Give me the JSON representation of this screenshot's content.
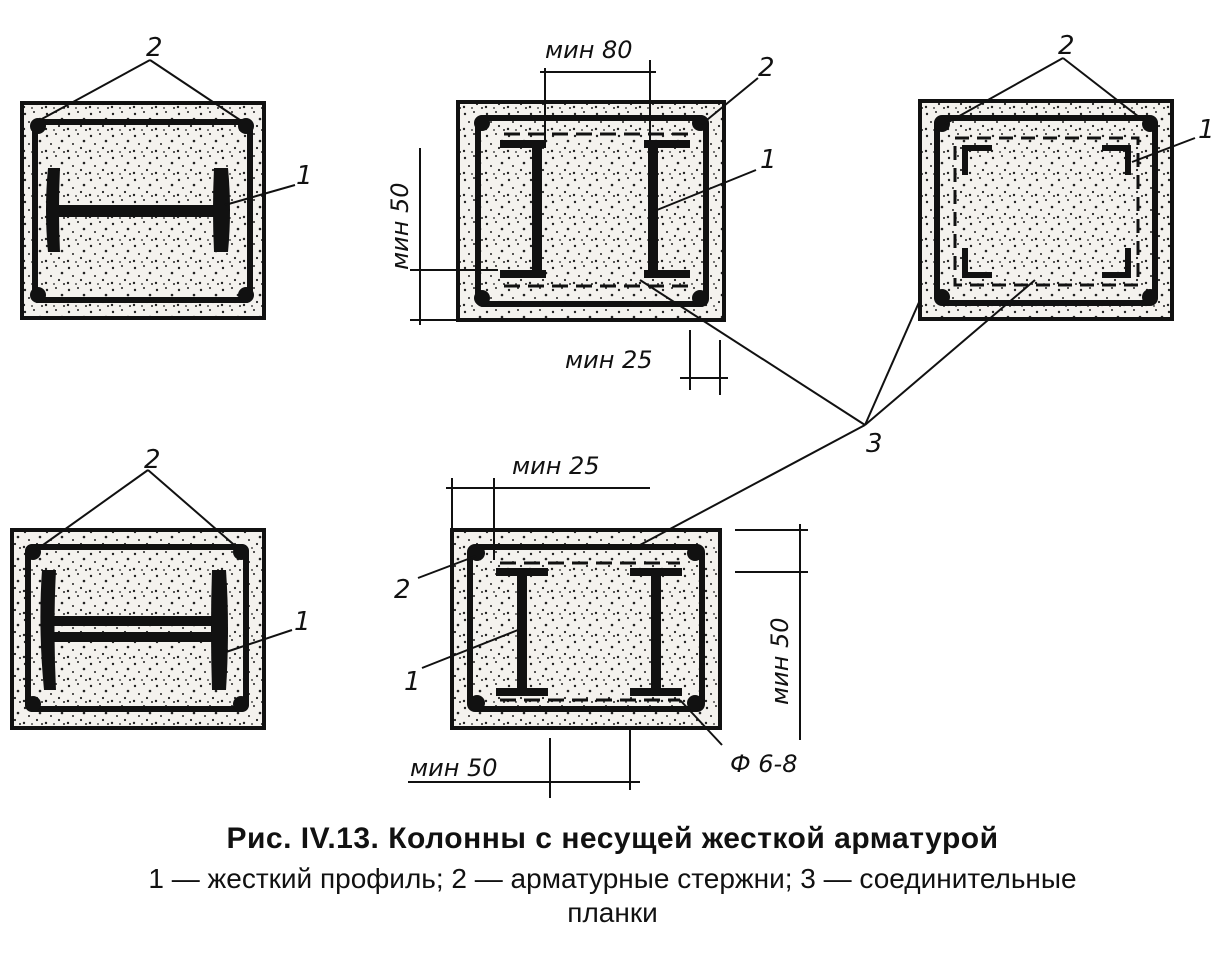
{
  "caption": {
    "title": "Рис. IV.13. Колонны с несущей жесткой арматурой",
    "legend_line1": "1 — жесткий профиль; 2 — арматурные стержни; 3 — соединительные",
    "legend_line2": "планки"
  },
  "labels": {
    "profile": "1",
    "bars": "2",
    "plates": "3"
  },
  "dimensions": {
    "min80": "мин 80",
    "min50_left": "мин 50",
    "min25_top": "мин 25",
    "min25_bottom": "мин 25",
    "min50_right": "мин 50",
    "min50_bottom": "мин 50",
    "diameter": "Ф 6-8"
  },
  "colors": {
    "ink": "#111111",
    "concrete": "#f3f1ec"
  }
}
